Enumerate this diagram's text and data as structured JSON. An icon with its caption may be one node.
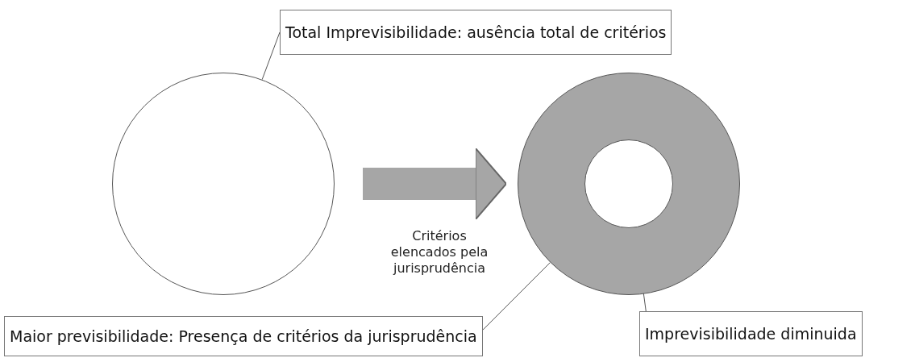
{
  "diagram": {
    "nodes": [
      {
        "text": [
          "Total Imprevisibilidade: ausência total de critérios"
        ]
      },
      {
        "text": [],
        "shape": "circle"
      },
      {
        "text": [],
        "shape": "circle"
      },
      {
        "text": [],
        "shape": "circle",
        "in": 2
      },
      {
        "text": [
          "Maior previsibilidade: Presença de critérios da jurisprudência"
        ]
      },
      {
        "text": [
          "Imprevisibilidade diminuida"
        ]
      }
    ],
    "edges": [
      {
        "from": 0,
        "to": 1,
        "arrow": "none"
      },
      {
        "from": 1,
        "to": 2,
        "arrow": "to",
        "label": "Critérios elencados pela jurisprudência",
        "style": "thick",
        "color": "#a6a6a6"
      },
      {
        "from": 4,
        "to": 2,
        "arrow": "none"
      },
      {
        "from": 5,
        "to": 3,
        "arrow": "none"
      }
    ]
  }
}
